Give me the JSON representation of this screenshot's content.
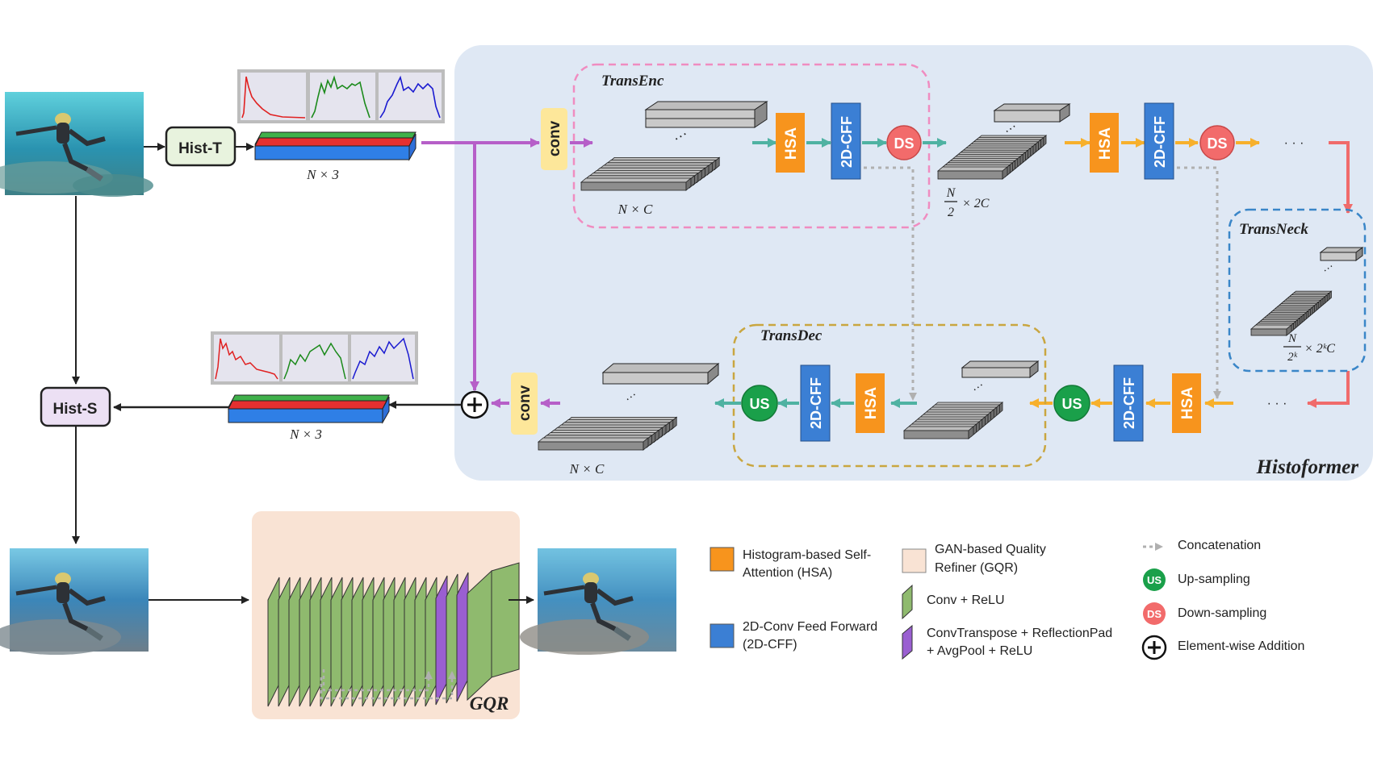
{
  "hist_t": "Hist-T",
  "hist_s": "Hist-S",
  "shape_top": "N × 3",
  "shape_bottom": "N × 3",
  "conv_label": "conv",
  "trans_enc": "TransEnc",
  "trans_dec": "TransDec",
  "trans_neck": "TransNeck",
  "histoformer": "Histoformer",
  "gqr": "GQR",
  "hsa": "HSA",
  "cff": "2D-CFF",
  "ds": "DS",
  "us": "US",
  "dots": "· · ·",
  "enc_feat": "N × C",
  "dec_feat": "N × C",
  "enc2_feat_mult": "× 2C",
  "neck_feat_mult": "× 2ᵏC",
  "frac_n": "N",
  "frac_2": "2",
  "frac_2k": "2ᵏ",
  "legend": {
    "hsa_1": "Histogram-based Self-",
    "hsa_2": "Attention (HSA)",
    "cff_1": "2D-Conv Feed Forward",
    "cff_2": "(2D-CFF)",
    "gqr_1": "GAN-based Quality",
    "gqr_2": "Refiner (GQR)",
    "conv_relu": "Conv  + ReLU",
    "convt_1": "ConvTranspose + ReflectionPad",
    "convt_2": "+ AvgPool + ReLU",
    "concat": "Concatenation",
    "upsampling": "Up-sampling",
    "downsampling": "Down-sampling",
    "addition": "Element-wise Addition"
  },
  "colors": {
    "hsa": "#f7941d",
    "cff": "#3b7fd4",
    "ds": "#f26b6b",
    "us": "#1aa04a",
    "conv": "#fde79a",
    "histoformer_bg": "#dfe8f4",
    "gqr_bg": "#f9e3d4",
    "purple": "#b65fc8",
    "teal": "#4fb2a2",
    "amber": "#f7b02c",
    "coral": "#f06b6b",
    "green_layer": "#8fba6e",
    "violet_layer": "#9a5fd1"
  }
}
